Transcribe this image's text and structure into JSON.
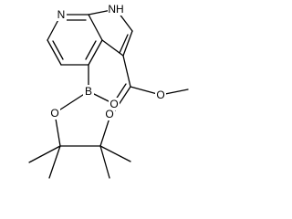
{
  "structure": {
    "atom_labels": {
      "pyridine_nitrogen": "N",
      "pyrrole_nh": "NH",
      "boron": "B",
      "boronate_oxygen_upper": "O",
      "boronate_oxygen_lower": "O",
      "ester_carbonyl_oxygen": "O",
      "ester_ether_oxygen": "O"
    },
    "colors": {
      "bond": "#000000",
      "label": "#000000",
      "background": "#ffffff"
    }
  }
}
